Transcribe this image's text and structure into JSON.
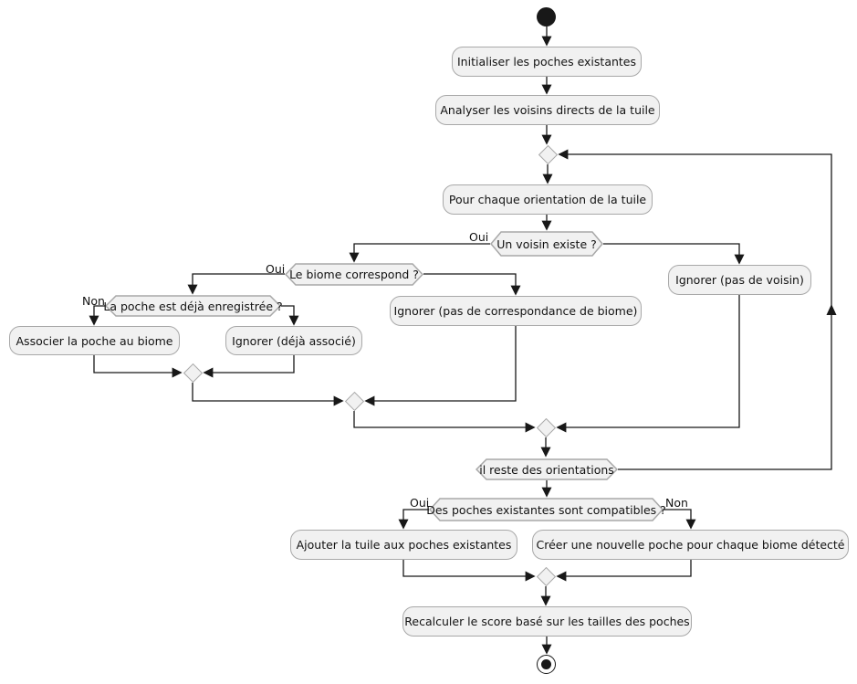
{
  "diagram": {
    "type": "activity-flowchart",
    "nodes": {
      "init": "Initialiser les poches existantes",
      "analyser": "Analyser les voisins directs de la tuile",
      "pour_chaque": "Pour chaque orientation de la tuile",
      "un_voisin_existe": "Un voisin existe ?",
      "le_biome_correspond": "Le biome correspond ?",
      "poche_deja_enregistree": "La poche est déjà enregistrée ?",
      "associer_poche": "Associer la poche au biome",
      "ignorer_deja_associe": "Ignorer (déjà associé)",
      "ignorer_pas_correspondance": "Ignorer (pas de correspondance de biome)",
      "ignorer_pas_voisin": "Ignorer (pas de voisin)",
      "reste_orientations": "il reste des orientations",
      "poches_compatibles": "Des poches existantes sont compatibles ?",
      "ajouter_tuile": "Ajouter la tuile aux poches existantes",
      "creer_poche": "Créer une nouvelle poche pour chaque biome détecté",
      "recalculer_score": "Recalculer le score basé sur les tailles des poches"
    },
    "edge_labels": {
      "oui_voisin": "Oui",
      "oui_biome": "Oui",
      "non_poche": "Non",
      "oui_compatibles": "Oui",
      "non_compatibles": "Non"
    },
    "colors": {
      "node_fill": "#F1F1F1",
      "node_border": "#A8A8A8",
      "edge": "#181818",
      "text": "#121212",
      "background": "#FFFFFF"
    }
  }
}
